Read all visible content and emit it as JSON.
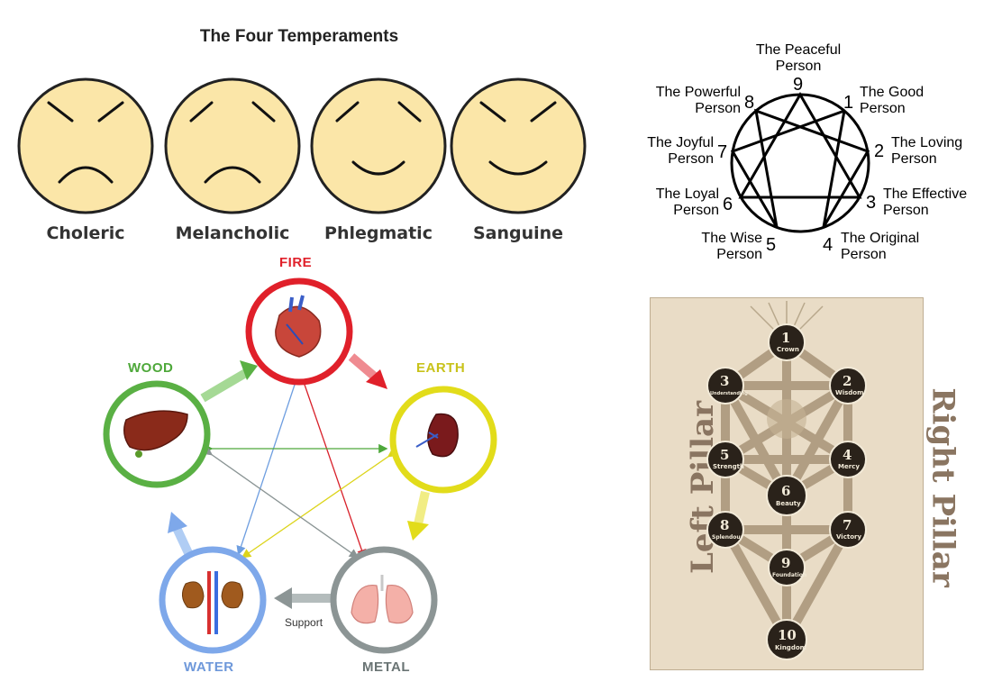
{
  "temperaments": {
    "title": "The Four Temperaments",
    "faces": [
      {
        "label": "Choleric",
        "mood": "angry"
      },
      {
        "label": "Melancholic",
        "mood": "sad"
      },
      {
        "label": "Phlegmatic",
        "mood": "content"
      },
      {
        "label": "Sanguine",
        "mood": "happy"
      }
    ],
    "face_color": "#fbe6a8"
  },
  "enneagram": {
    "points": [
      {
        "number": "9",
        "name": "The Peaceful Person"
      },
      {
        "number": "1",
        "name": "The Good Person"
      },
      {
        "number": "2",
        "name": "The  Loving Person"
      },
      {
        "number": "3",
        "name": "The Effective Person"
      },
      {
        "number": "4",
        "name": "The Original Person"
      },
      {
        "number": "5",
        "name": "The Wise Person"
      },
      {
        "number": "6",
        "name": "The Loyal Person"
      },
      {
        "number": "7",
        "name": "The Joyful Person"
      },
      {
        "number": "8",
        "name": "The Powerful Person"
      }
    ]
  },
  "five_elements": {
    "elements": [
      {
        "label": "FIRE",
        "organ": "heart",
        "color": "#e0202a"
      },
      {
        "label": "EARTH",
        "organ": "spleen",
        "color": "#e2dc1a"
      },
      {
        "label": "METAL",
        "organ": "lungs",
        "color": "#8c9595"
      },
      {
        "label": "WATER",
        "organ": "kidneys",
        "color": "#7ea8ea"
      },
      {
        "label": "WOOD",
        "organ": "liver",
        "color": "#5ab044"
      }
    ],
    "support_label": "Support"
  },
  "tree_of_life": {
    "left_pillar": "Left Pillar",
    "right_pillar": "Right Pillar",
    "sephirot": [
      {
        "number": "1",
        "name": "Crown"
      },
      {
        "number": "2",
        "name": "Wisdom"
      },
      {
        "number": "3",
        "name": "Understanding"
      },
      {
        "number": "4",
        "name": "Mercy"
      },
      {
        "number": "5",
        "name": "Strength"
      },
      {
        "number": "6",
        "name": "Beauty"
      },
      {
        "number": "7",
        "name": "Victory"
      },
      {
        "number": "8",
        "name": "Splendour"
      },
      {
        "number": "9",
        "name": "Foundation"
      },
      {
        "number": "10",
        "name": "Kingdom"
      }
    ],
    "parchment_color": "#e9dcc6"
  }
}
